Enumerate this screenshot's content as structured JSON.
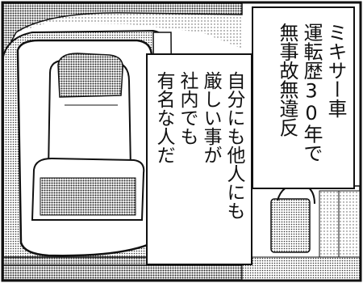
{
  "caption_top": {
    "lines": [
      "ミキサー車",
      "運転歴30年で",
      "無事故無違反"
    ]
  },
  "caption_main": {
    "lines": [
      "自分にも他人にも",
      "厳しい事が",
      "社内でも",
      "有名な人だ"
    ]
  },
  "colors": {
    "ink": "#111111",
    "screentone_dark": "#8a8a8a",
    "screentone_mid": "#bdbdbd",
    "paper": "#ffffff"
  }
}
